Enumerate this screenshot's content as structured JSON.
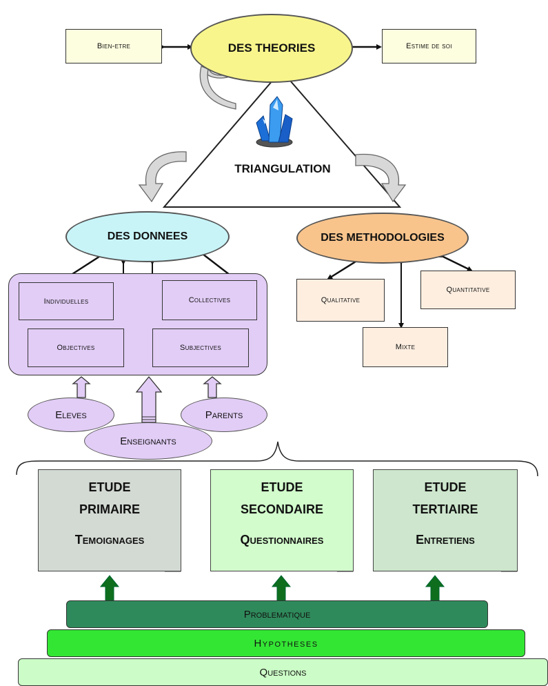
{
  "theories": {
    "label": "DES THEORIES",
    "left": "Bien-etre",
    "right": "Estime de soi"
  },
  "center": {
    "label": "TRIANGULATION",
    "icon": "crystal-icon"
  },
  "donnees": {
    "label": "DES DONNEES",
    "items": [
      "Individuelles",
      "Collectives",
      "Objectives",
      "Subjectives"
    ]
  },
  "methodologies": {
    "label": "DES METHODOLOGIES",
    "items": [
      "Qualitative",
      "Quantitative",
      "Mixte"
    ]
  },
  "sources": [
    "Eleves",
    "Enseignants",
    "Parents"
  ],
  "studies": [
    {
      "line1": "ETUDE",
      "line2": "PRIMAIRE",
      "line3": "Temoignages"
    },
    {
      "line1": "ETUDE",
      "line2": "SECONDAIRE",
      "line3": "Questionnaires"
    },
    {
      "line1": "ETUDE",
      "line2": "TERTIAIRE",
      "line3": "Entretiens"
    }
  ],
  "foundation": {
    "problematique": "Problematique",
    "hypotheses": "Hypotheses",
    "questions": "Questions"
  },
  "colors": {
    "theories": "#f8f58c",
    "donnees": "#c8f4f8",
    "methodologies": "#f8c48c",
    "purple": "#e2cdf6",
    "peach": "#fdeee0",
    "study_gray": "#d3d9d3",
    "study_light": "#d2fccc",
    "study_mid": "#cde6cd",
    "problematique": "#2f8a5b",
    "hypotheses": "#34e634",
    "questions": "#ccfcc7"
  }
}
